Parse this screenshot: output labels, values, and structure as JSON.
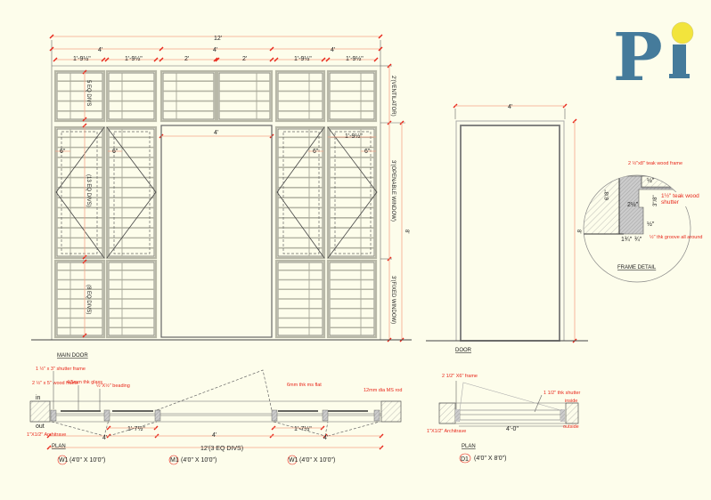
{
  "colors": {
    "background": "#fdfdeb",
    "dimension": "#f4a58a",
    "tick": "#e8261a",
    "annotation": "#e8261a",
    "logo_blue": "#457b9b",
    "logo_yellow": "#f2e43c"
  },
  "logo": {
    "text": "Pi"
  },
  "main_door": {
    "title": "MAIN DOOR",
    "dims": {
      "overall": "12'",
      "sections": [
        "4'",
        "4'",
        "4'"
      ],
      "panels": [
        "1'-9½\"",
        "1'-9½\"",
        "2'",
        "2'",
        "1'-9½\"",
        "1'-9½\""
      ],
      "door_width": "4'",
      "inner_panel": "1'-9½\"",
      "offset": "6\"",
      "total_height": "8'"
    },
    "labels": {
      "ventilator": "2'(VENTILATOR)",
      "openable": "3'(OPENABLE WINDOW)",
      "fixed": "3'(FIXED WINDOW)",
      "vent_divs": "5 EQ DIVS",
      "open_divs": "(13 EQ DIVS)",
      "fixed_divs": "(8 EQ DIVS)"
    }
  },
  "door": {
    "title": "DOOR",
    "width": "4'",
    "height": "8'"
  },
  "frame_detail": {
    "title": "FRAME DETAIL",
    "notes": [
      "2 ½\"x8\" teak wood frame",
      "1½\" teak wood shutter",
      "½\" thk groove all around"
    ],
    "dims": [
      "6'/8\"",
      "2½\"",
      "3\"/8\"",
      "½\"",
      "1½\"",
      "1¾\"",
      "¾\""
    ]
  },
  "plan_main": {
    "title": "PLAN",
    "notes": [
      "1 ½\" x 3\" shutter frame",
      "2 ½\" x 5\" wood frame",
      "4/5mm thk glass",
      "½\"X½\" beading",
      "6mm thk ms flat",
      "12mm dia MS rod",
      "1\"X1/2\" Architrave"
    ],
    "sides": {
      "in": "in",
      "out": "out"
    },
    "dims": {
      "leaf1": "1'-7½\"",
      "door": "4'",
      "leaf2": "1'-7½\"",
      "overall": "12'(3 EQ DIVS)",
      "mark": "4'"
    },
    "tags": [
      {
        "code": "W1",
        "size": "(4'0\" X 10'0\")"
      },
      {
        "code": "M1",
        "size": "(4'0\" X 10'0\")"
      },
      {
        "code": "W1",
        "size": "(4'0\" X 10'0\")"
      }
    ]
  },
  "plan_door": {
    "title": "PLAN",
    "notes": [
      "2 1/2\" X6\" frame",
      "1 1/2\" thk shutter",
      "1\"X1/2\" Architrave"
    ],
    "sides": {
      "inside": "inside",
      "outside": "outside"
    },
    "dim": "4'-0\"",
    "tag": {
      "code": "D1",
      "size": "(4'0\" X 8'0\")"
    }
  }
}
